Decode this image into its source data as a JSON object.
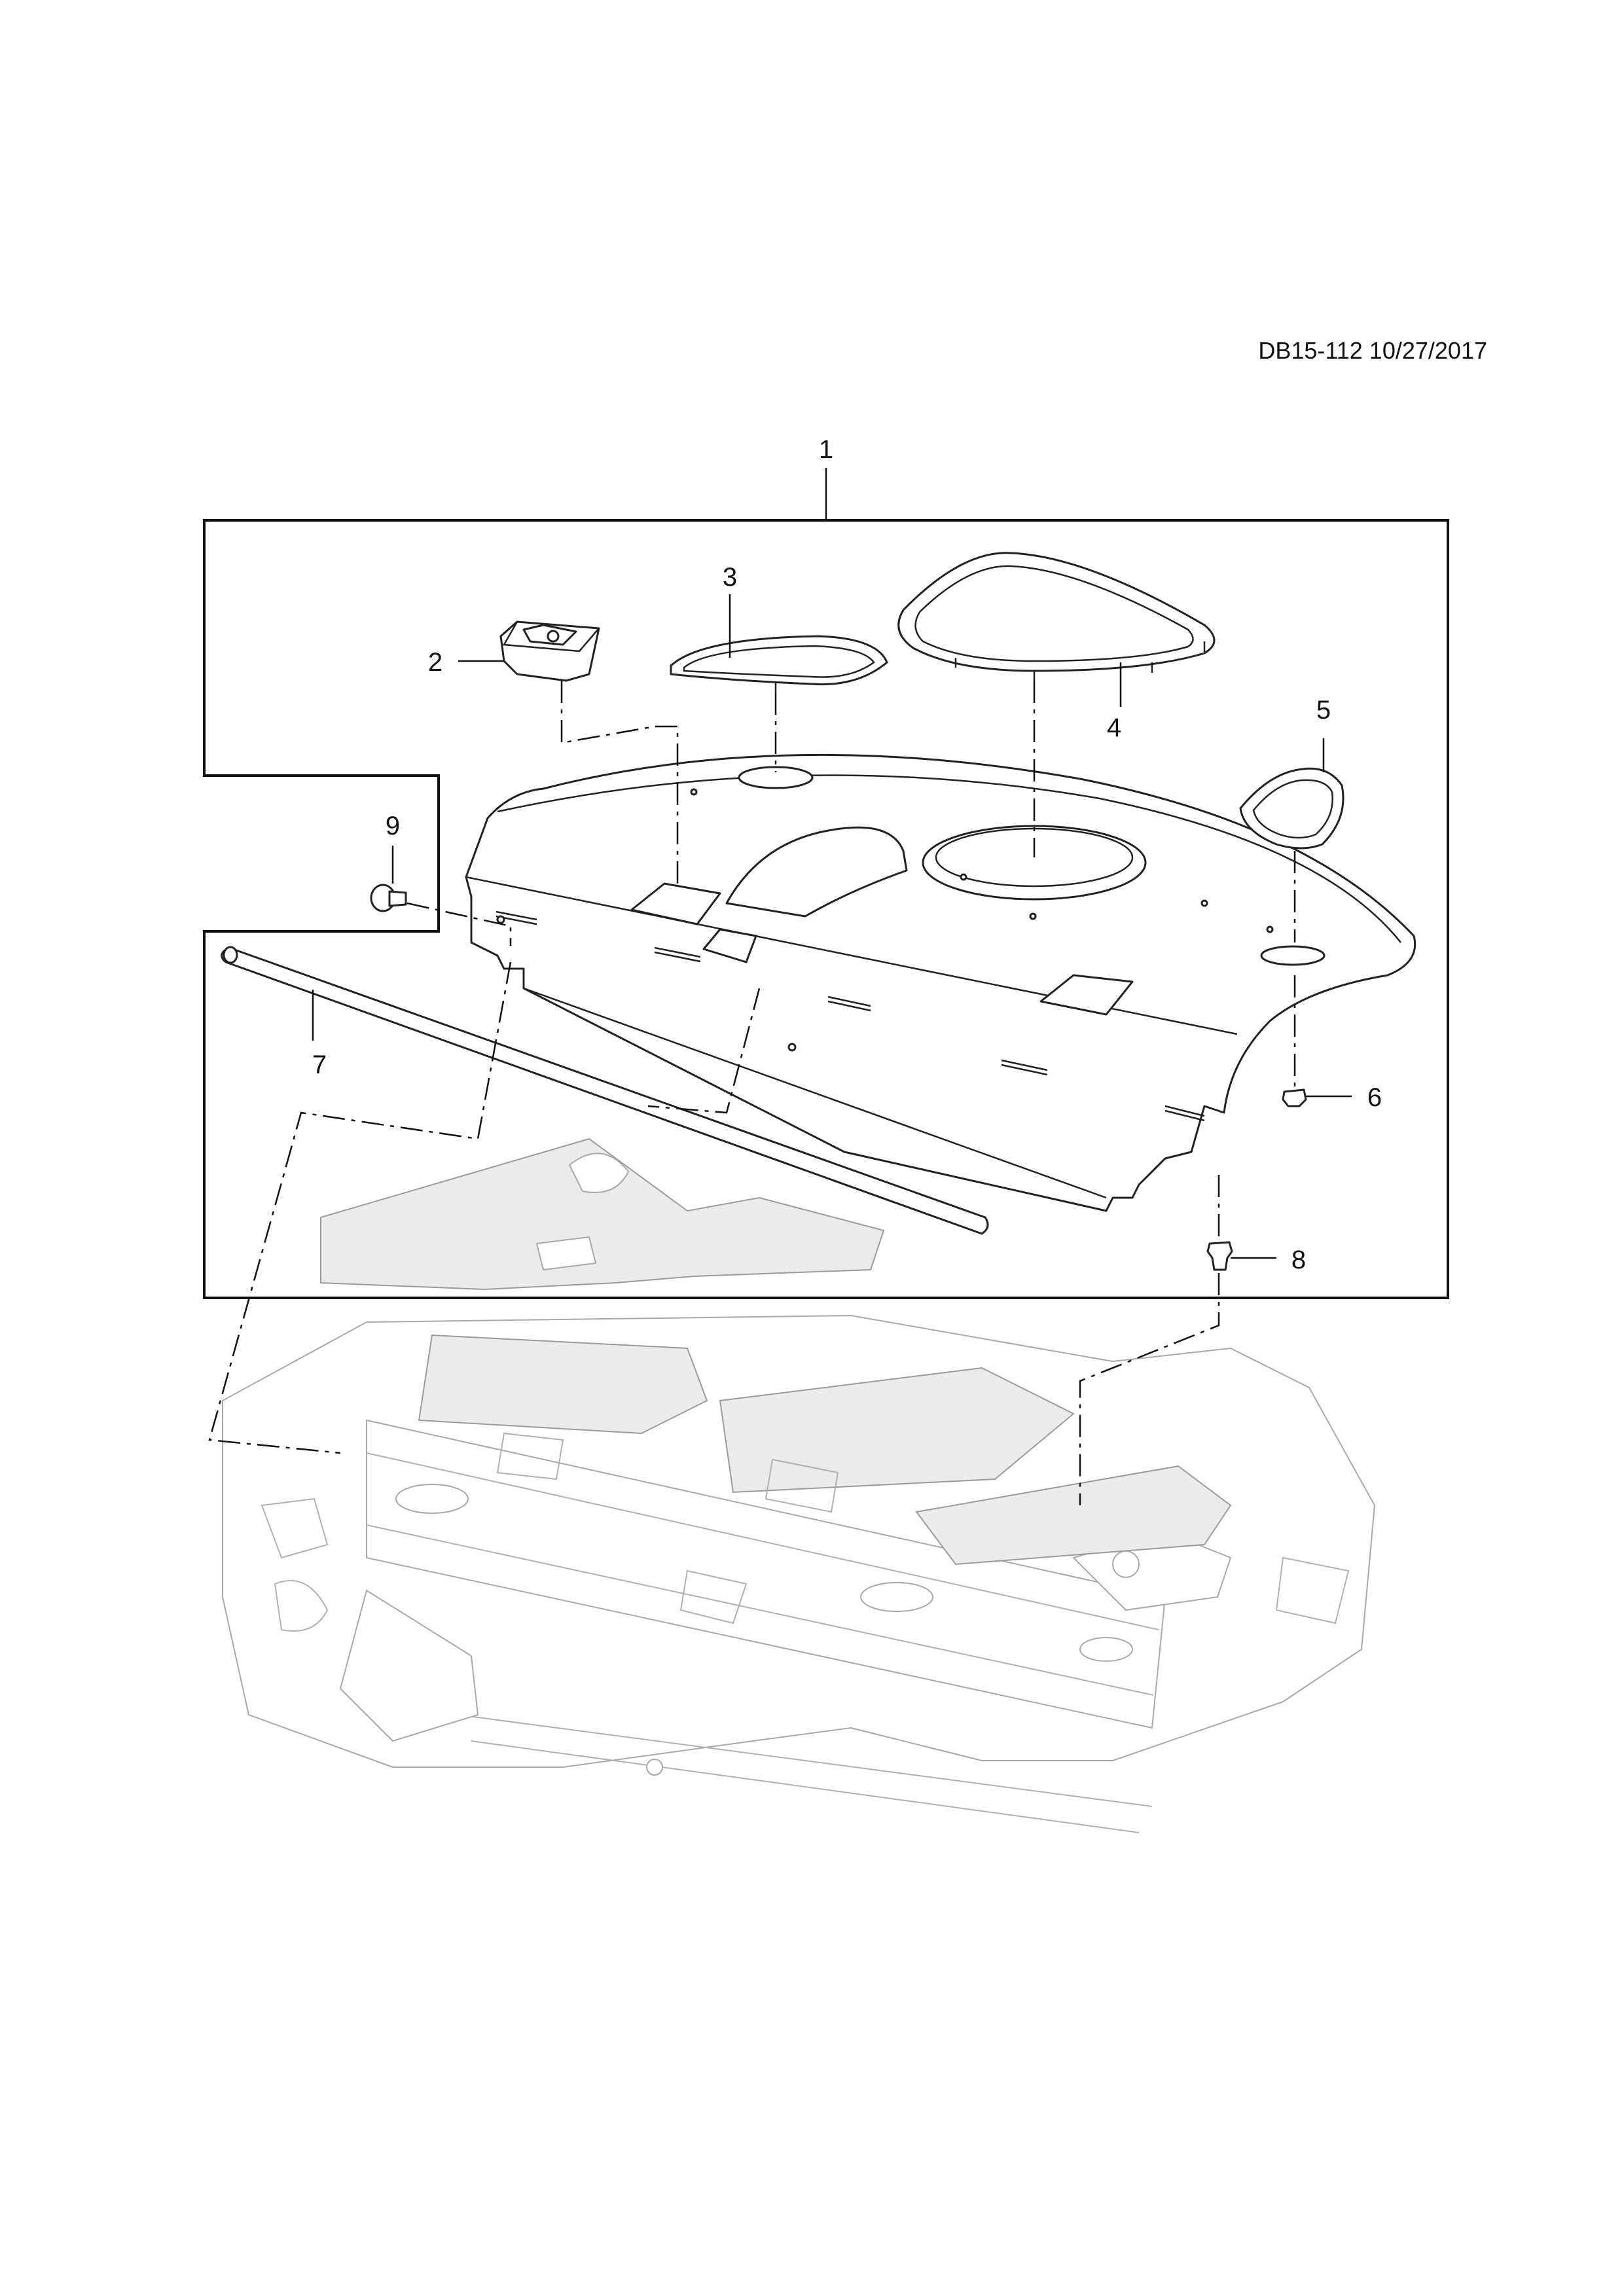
{
  "diagram": {
    "reference": "DB15-112 10/27/2017",
    "callouts": [
      "1",
      "2",
      "3",
      "4",
      "5",
      "6",
      "7",
      "8",
      "9"
    ]
  }
}
